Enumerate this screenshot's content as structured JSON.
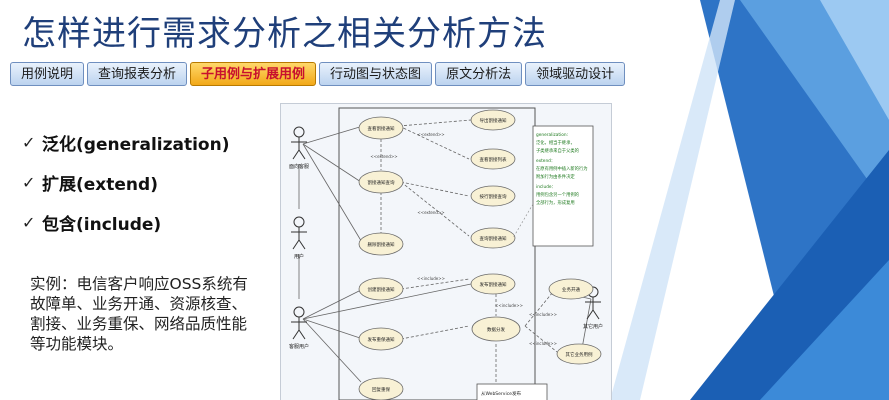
{
  "title": "怎样进行需求分析之相关分析方法",
  "tabs": [
    {
      "label": "用例说明",
      "active": false
    },
    {
      "label": "查询报表分析",
      "active": false
    },
    {
      "label": "子用例与扩展用例",
      "active": true
    },
    {
      "label": "行动图与状态图",
      "active": false
    },
    {
      "label": "原文分析法",
      "active": false
    },
    {
      "label": "领域驱动设计",
      "active": false
    }
  ],
  "bullets": [
    "泛化(generalization)",
    "扩展(extend)",
    "包含(include)"
  ],
  "example_text": "实例：电信客户响应OSS系统有故障单、业务开通、资源核查、割接、业务重保、网络品质性能等功能模块。",
  "diagram": {
    "actors": [
      "面向客服",
      "用户",
      "客服用户",
      "其它用户"
    ],
    "usecases": [
      "查看割接通知",
      "导出割接通知",
      "查看割接列表",
      "割接通知查询",
      "按行割接查询",
      "删除割接通知",
      "查询割接通知",
      "创建割接通知",
      "发布割接通知",
      "业务开通",
      "发布重保通知",
      "数据分发",
      "其它业务用例",
      "回复重保"
    ],
    "labels": [
      "<<extend>>",
      "<<include>>"
    ],
    "note_lines": [
      "generalization:",
      "泛化，相当于继承，",
      "子类继承来自于父类的",
      "extend：",
      "在原有用例中插入新的行为",
      "附加行为由条件决定",
      "include：",
      "用例包含另一个用例的",
      "全部行为，形成复用"
    ],
    "bottom_note": "从WebService发布"
  },
  "colors": {
    "accent": "#1f3f7a",
    "tab_active": "#f2a818",
    "active_text": "#c8102e",
    "note_text": "#1f7a1f"
  }
}
